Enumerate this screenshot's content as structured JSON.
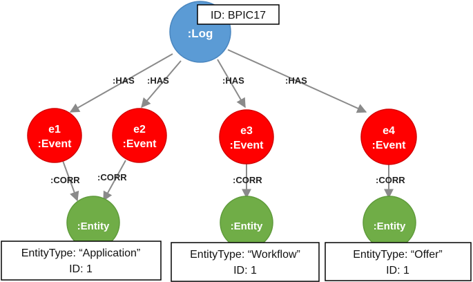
{
  "colors": {
    "log": "#5b9bd5",
    "log_stroke": "#4a86bf",
    "event": "#ff0000",
    "event_stroke": "#d40000",
    "entity": "#70ad47",
    "entity_stroke": "#5e9a3a",
    "edge": "#8a8a8a"
  },
  "log": {
    "label": ":Log",
    "id_box": "ID: BPIC17"
  },
  "events": [
    {
      "name": "e1",
      "type": ":Event"
    },
    {
      "name": "e2",
      "type": ":Event"
    },
    {
      "name": "e3",
      "type": ":Event"
    },
    {
      "name": "e4",
      "type": ":Event"
    }
  ],
  "has_labels": [
    ":HAS",
    ":HAS",
    ":HAS",
    ":HAS"
  ],
  "corr_labels": [
    ":CORR",
    ":CORR",
    ":CORR",
    ":CORR"
  ],
  "entities": [
    {
      "label": ":Entity",
      "type_line": "EntityType: “Application”",
      "id_line": "ID: 1"
    },
    {
      "label": ":Entity",
      "type_line": "EntityType: “Workflow”",
      "id_line": "ID: 1"
    },
    {
      "label": ":Entity",
      "type_line": "EntityType: “Offer”",
      "id_line": "ID: 1"
    }
  ]
}
